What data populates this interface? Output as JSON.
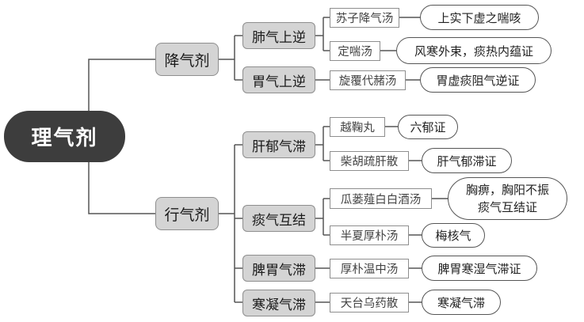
{
  "root": "理气剂",
  "branches": [
    {
      "label": "降气剂",
      "subgroups": [
        {
          "label": "肺气上逆",
          "items": [
            {
              "formula": "苏子降气汤",
              "indication": [
                "上实下虚之喘咳"
              ]
            },
            {
              "formula": "定喘汤",
              "indication": [
                "风寒外束，痰热内蕴证"
              ]
            }
          ]
        },
        {
          "label": "胃气上逆",
          "items": [
            {
              "formula": "旋覆代赭汤",
              "indication": [
                "胃虚痰阻气逆证"
              ]
            }
          ]
        }
      ]
    },
    {
      "label": "行气剂",
      "subgroups": [
        {
          "label": "肝郁气滞",
          "items": [
            {
              "formula": "越鞠丸",
              "indication": [
                "六郁证"
              ]
            },
            {
              "formula": "柴胡疏肝散",
              "indication": [
                "肝气郁滞证"
              ]
            }
          ]
        },
        {
          "label": "痰气互结",
          "items": [
            {
              "formula": "瓜蒌薤白白酒汤",
              "indication": [
                "胸痹，胸阳不振",
                "痰气互结证"
              ]
            },
            {
              "formula": "半夏厚朴汤",
              "indication": [
                "梅核气"
              ]
            }
          ]
        },
        {
          "label": "脾胃气滞",
          "items": [
            {
              "formula": "厚朴温中汤",
              "indication": [
                "脾胃寒湿气滞证"
              ]
            }
          ]
        },
        {
          "label": "寒凝气滞",
          "items": [
            {
              "formula": "天台乌药散",
              "indication": [
                "寒凝气滞"
              ]
            }
          ]
        }
      ]
    }
  ],
  "colors": {
    "root_bg": "#3d3d3d",
    "node_bg": "#d4d4d4",
    "line": "#555555"
  }
}
